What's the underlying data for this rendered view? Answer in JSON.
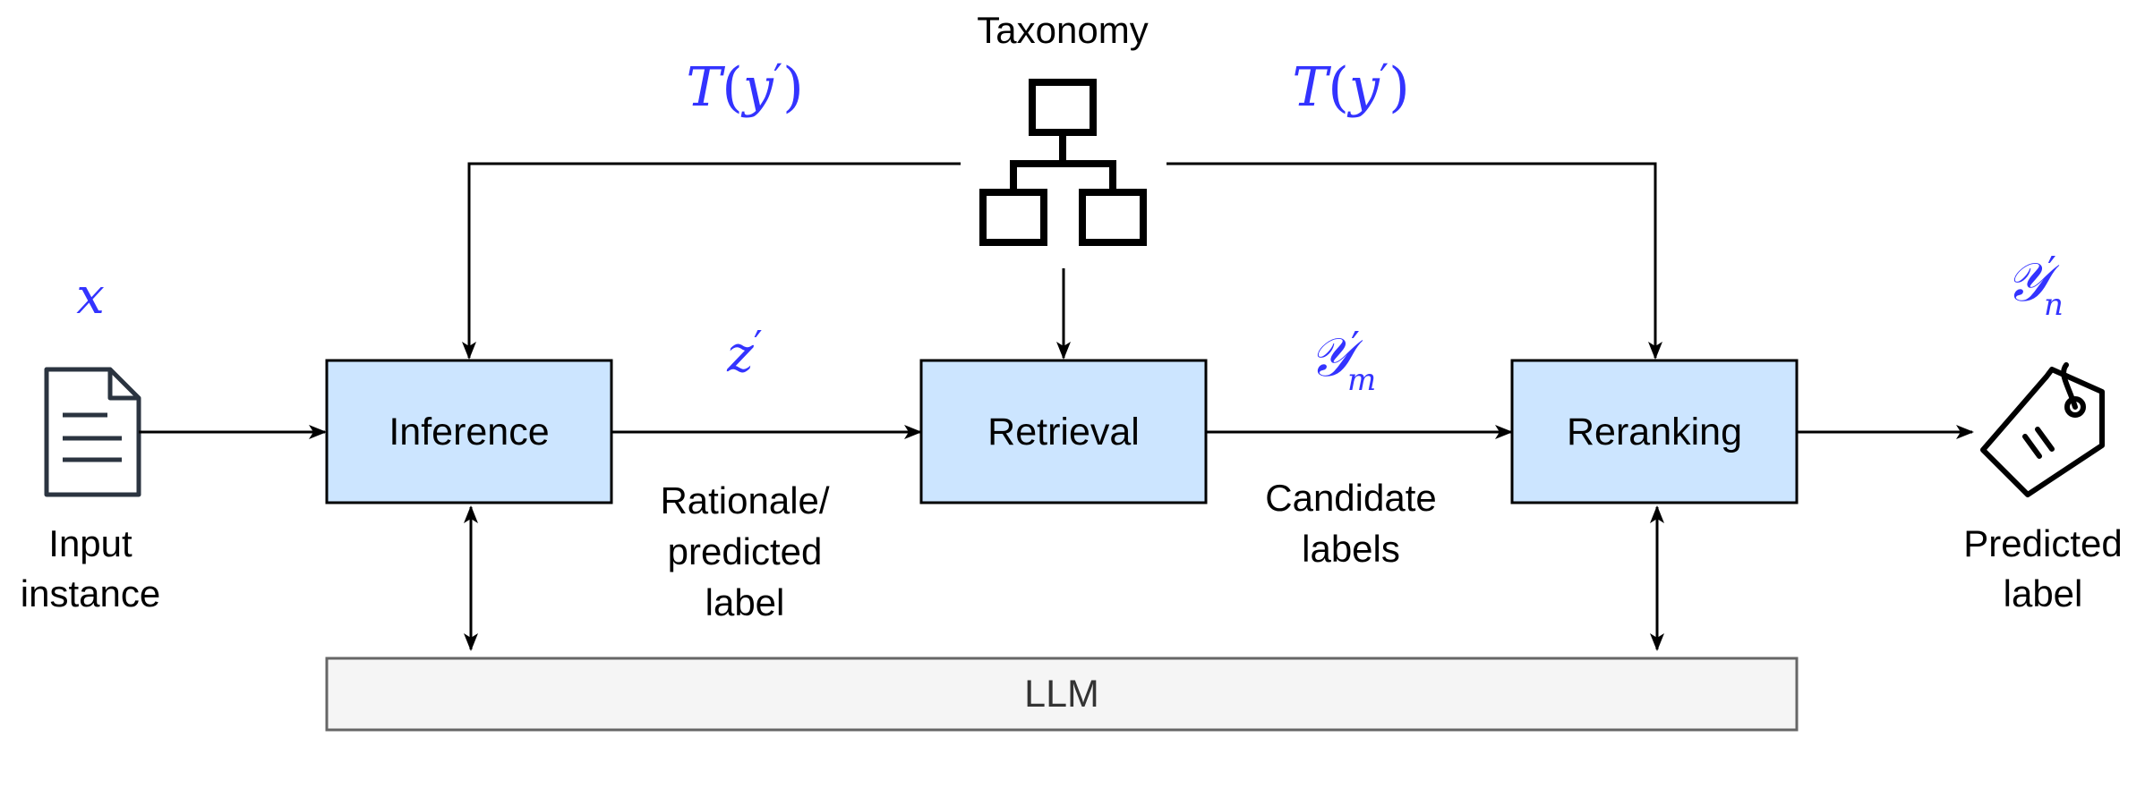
{
  "taxonomy": {
    "label": "Taxonomy"
  },
  "blocks": {
    "inference": "Inference",
    "retrieval": "Retrieval",
    "reranking": "Reranking",
    "llm": "LLM"
  },
  "labels": {
    "input_line1": "Input",
    "input_line2": "instance",
    "rationale_line1": "Rationale/",
    "rationale_line2": "predicted",
    "rationale_line3": "label",
    "candidate_line1": "Candidate",
    "candidate_line2": "labels",
    "predicted_line1": "Predicted",
    "predicted_line2": "label"
  },
  "math": {
    "x": "x",
    "z": "z",
    "prime": "′",
    "T": "T",
    "paren_open": "(",
    "y": "y",
    "paren_close": ")",
    "Y": "𝒴",
    "m": "m",
    "n": "n"
  },
  "icons": {
    "input": "document-icon",
    "taxonomy": "hierarchy-icon",
    "output": "tag-icon"
  },
  "colors": {
    "block_fill": "#cce5ff",
    "llm_fill": "#f5f5f5",
    "math": "#3333ff"
  }
}
